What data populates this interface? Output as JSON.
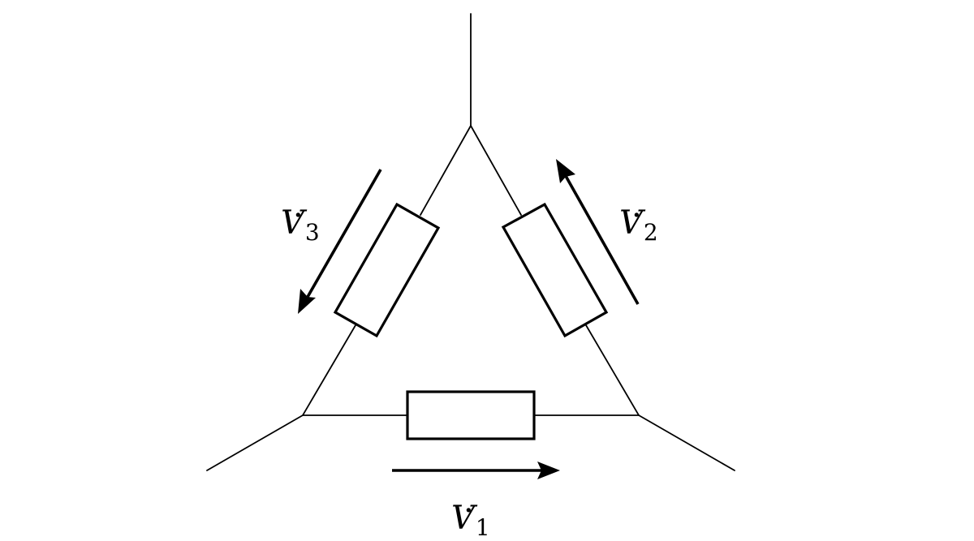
{
  "labels": {
    "v1": {
      "symbol": "V",
      "dot": "·",
      "subscript": "1"
    },
    "v2": {
      "symbol": "V",
      "dot": "·",
      "subscript": "2"
    },
    "v3": {
      "symbol": "V",
      "dot": "·",
      "subscript": "3"
    }
  }
}
